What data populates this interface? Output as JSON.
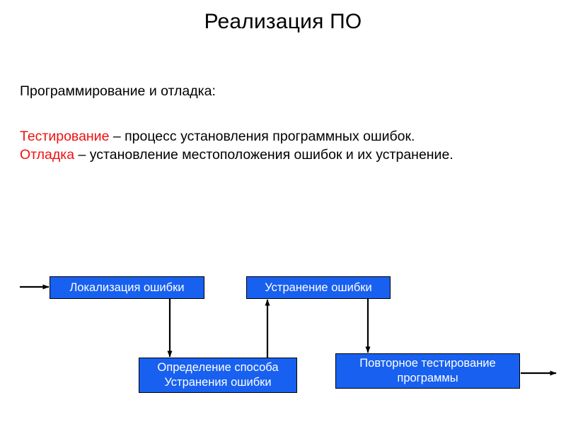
{
  "slide": {
    "title": "Реализация ПО",
    "body": {
      "lead": "Программирование и отладка:",
      "definitions": [
        {
          "term": "Тестирование",
          "term_color": "#ee1111",
          "rest": " – процесс установления программных ошибок."
        },
        {
          "term": "Отладка",
          "term_color": "#ee1111",
          "rest": " – установление местоположения ошибок и их устранение."
        }
      ]
    },
    "diagram": {
      "node_fill": "#1860f0",
      "node_border": "#000000",
      "node_text_color": "#ffffff",
      "nodes": [
        {
          "id": "localization",
          "label": "Локализация ошибки"
        },
        {
          "id": "fix",
          "label": "Устранение ошибки"
        },
        {
          "id": "method",
          "label": "Определение способа\nУстранения ошибки"
        },
        {
          "id": "retest",
          "label": "Повторное тестирование\nпрограммы"
        }
      ],
      "connectors": [
        {
          "name": "arrow-in-to-localization",
          "from": "input",
          "to": "localization"
        },
        {
          "name": "arrow-localization-to-method",
          "from": "localization",
          "to": "method"
        },
        {
          "name": "arrow-method-to-fix",
          "from": "method",
          "to": "fix"
        },
        {
          "name": "arrow-fix-to-retest",
          "from": "fix",
          "to": "retest"
        },
        {
          "name": "arrow-retest-to-output",
          "from": "retest",
          "to": "output"
        }
      ]
    }
  }
}
